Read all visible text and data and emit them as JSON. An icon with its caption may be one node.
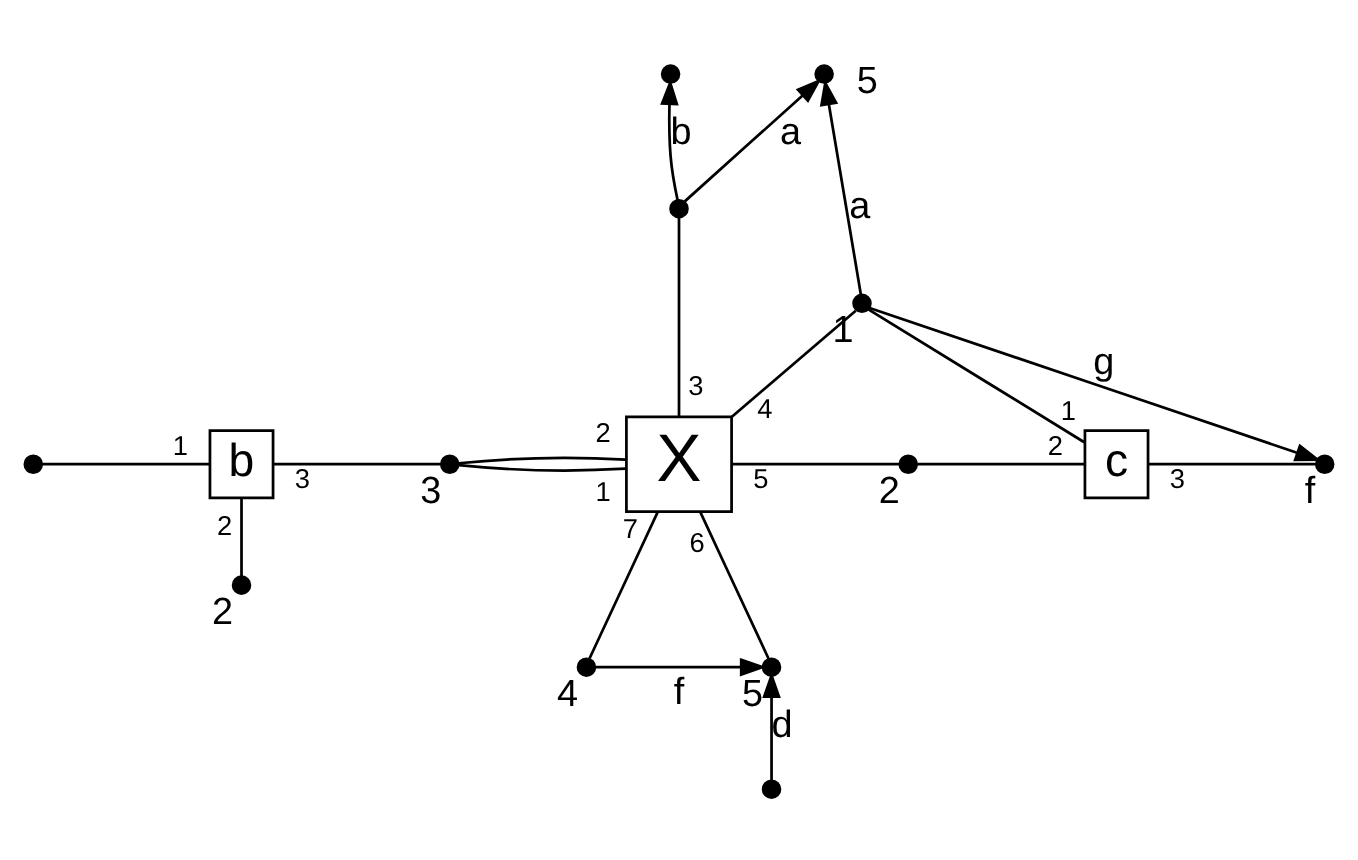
{
  "diagram": {
    "nodes": [
      {
        "text": [],
        "shape": "circle"
      },
      {
        "text": [],
        "shape": "circle",
        "beside": [
          "5"
        ]
      },
      {
        "text": [],
        "shape": "circle"
      },
      {
        "text": [],
        "shape": "circle",
        "beside": [
          "1"
        ]
      },
      {
        "text": [],
        "shape": "circle"
      },
      {
        "text": [
          "b"
        ],
        "beside": [
          "1",
          "3",
          "2"
        ]
      },
      {
        "text": [],
        "shape": "circle",
        "beside": [
          "3"
        ]
      },
      {
        "text": [
          "X"
        ],
        "beside": [
          "3",
          "2",
          "4",
          "1",
          "5",
          "7",
          "6"
        ]
      },
      {
        "text": [
          "c"
        ],
        "beside": [
          "1",
          "3",
          "2"
        ]
      },
      {
        "text": [],
        "shape": "circle",
        "beside": [
          "f"
        ]
      },
      {
        "text": [],
        "shape": "circle",
        "beside": [
          "2"
        ]
      },
      {
        "text": [],
        "shape": "circle",
        "beside": [
          "2"
        ]
      },
      {
        "text": [],
        "shape": "circle",
        "beside": [
          "4"
        ]
      },
      {
        "text": [],
        "shape": "circle",
        "beside": [
          "5"
        ]
      },
      {
        "text": [],
        "shape": "circle"
      }
    ],
    "edges": [
      {
        "from": 2,
        "to": 0,
        "arrow": "to",
        "label": "b"
      },
      {
        "from": 2,
        "to": 1,
        "arrow": "to",
        "label": "a"
      },
      {
        "from": 3,
        "to": 1,
        "arrow": "to",
        "label": "a"
      },
      {
        "from": 7,
        "to": 2,
        "arrow": "none"
      },
      {
        "from": 3,
        "to": 9,
        "arrow": "to",
        "label": "g"
      },
      {
        "from": 4,
        "to": 5,
        "arrow": "none"
      },
      {
        "from": 7,
        "to": 3,
        "arrow": "none"
      },
      {
        "from": 5,
        "to": 6,
        "arrow": "none"
      },
      {
        "from": 6,
        "to": 7,
        "arrow": "none"
      },
      {
        "from": 6,
        "to": 7,
        "arrow": "none"
      },
      {
        "from": 8,
        "to": 3,
        "arrow": "none"
      },
      {
        "from": 10,
        "to": 5,
        "arrow": "none"
      },
      {
        "from": 8,
        "to": 9,
        "arrow": "none"
      },
      {
        "from": 7,
        "to": 11,
        "arrow": "none"
      },
      {
        "from": 11,
        "to": 8,
        "arrow": "none"
      },
      {
        "from": 12,
        "to": 7,
        "arrow": "none"
      },
      {
        "from": 13,
        "to": 7,
        "arrow": "none"
      },
      {
        "from": 12,
        "to": 13,
        "arrow": "to",
        "label": "f"
      },
      {
        "from": 14,
        "to": 13,
        "arrow": "to",
        "label": "d"
      }
    ]
  }
}
